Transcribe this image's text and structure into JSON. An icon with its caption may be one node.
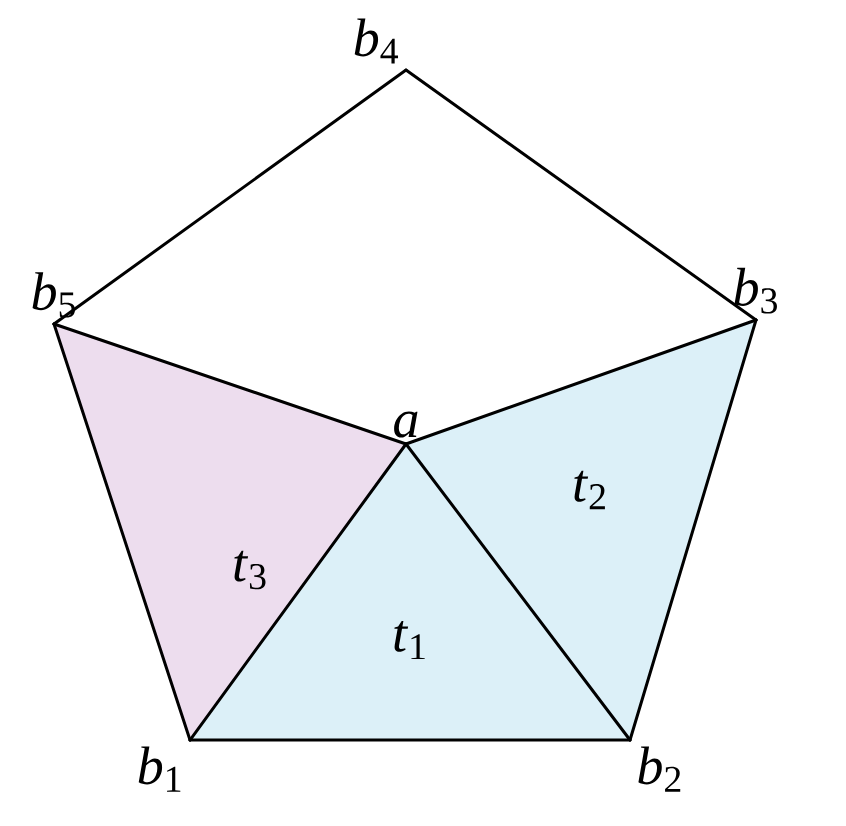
{
  "diagram": {
    "nodes": [
      {
        "text": [
          "*b*$_{4}$"
        ]
      },
      {
        "text": [
          "*b*$_{5}$"
        ]
      },
      {
        "text": [
          "*b*$_{3}$"
        ]
      },
      {
        "text": [
          "*a*"
        ]
      },
      {
        "text": [
          "*b*$_{1}$"
        ]
      },
      {
        "text": [
          "*b*$_{2}$"
        ]
      }
    ],
    "edges": [
      {
        "from": 4,
        "to": 5,
        "arrow": "none"
      },
      {
        "from": 5,
        "to": 2,
        "arrow": "none"
      },
      {
        "from": 2,
        "to": 0,
        "arrow": "none"
      },
      {
        "from": 0,
        "to": 1,
        "arrow": "none"
      },
      {
        "from": 1,
        "to": 4,
        "arrow": "none"
      },
      {
        "from": 3,
        "to": 4,
        "arrow": "none"
      },
      {
        "from": 3,
        "to": 5,
        "arrow": "none"
      },
      {
        "from": 3,
        "to": 2,
        "arrow": "none"
      },
      {
        "from": 3,
        "to": 1,
        "arrow": "none"
      }
    ],
    "labels": [
      "*t*$_{3}$",
      "*t*$_{2}$",
      "*t*$_{1}$"
    ]
  }
}
